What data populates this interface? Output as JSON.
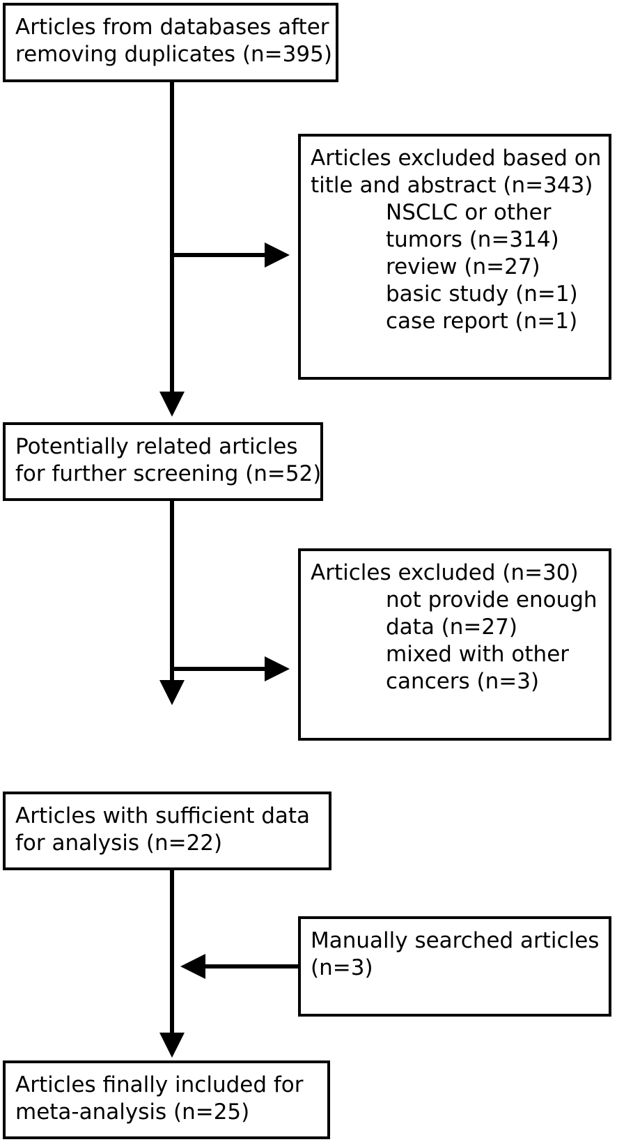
{
  "nodes": {
    "databases": {
      "lines": [
        "Articles from databases after",
        "removing duplicates (n=395)"
      ]
    },
    "excluded1": {
      "lines": [
        "Articles excluded based on",
        "title and abstract (n=343)"
      ],
      "sublines": [
        "NSCLC or other",
        "tumors (n=314)",
        "review (n=27)",
        "basic study (n=1)",
        "case report (n=1)"
      ]
    },
    "potential": {
      "lines": [
        "Potentially related articles",
        "for further screening (n=52)"
      ]
    },
    "excluded2": {
      "lines": [
        "Articles excluded (n=30)"
      ],
      "sublines": [
        "not provide enough",
        "data (n=27)",
        "mixed with other",
        "cancers (n=3)"
      ]
    },
    "sufficient": {
      "lines": [
        "Articles with sufficient data",
        "for analysis (n=22)"
      ]
    },
    "manual": {
      "lines": [
        "Manually searched articles",
        "(n=3)"
      ]
    },
    "final": {
      "lines": [
        "Articles finally included for",
        "meta-analysis (n=25)"
      ]
    }
  },
  "colors": {
    "stroke": "#000000",
    "background": "#ffffff"
  }
}
